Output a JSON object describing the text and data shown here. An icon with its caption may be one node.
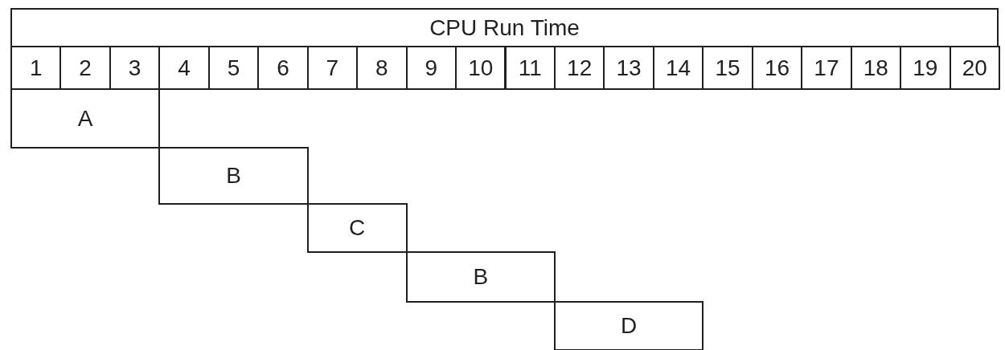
{
  "diagram": {
    "nodes": [
      {
        "text": [
          "CPU Run Time"
        ]
      },
      {
        "text": [
          "1"
        ]
      },
      {
        "text": [
          "2"
        ]
      },
      {
        "text": [
          "3"
        ]
      },
      {
        "text": [
          "4"
        ]
      },
      {
        "text": [
          "5"
        ]
      },
      {
        "text": [
          "6"
        ]
      },
      {
        "text": [
          "7"
        ]
      },
      {
        "text": [
          "8"
        ]
      },
      {
        "text": [
          "9"
        ]
      },
      {
        "text": [
          "10"
        ]
      },
      {
        "text": [
          "11"
        ]
      },
      {
        "text": [
          "12"
        ]
      },
      {
        "text": [
          "13"
        ]
      },
      {
        "text": [
          "14"
        ]
      },
      {
        "text": [
          "15"
        ]
      },
      {
        "text": [
          "16"
        ]
      },
      {
        "text": [
          "17"
        ]
      },
      {
        "text": [
          "18"
        ]
      },
      {
        "text": [
          "19"
        ]
      },
      {
        "text": [
          "20"
        ]
      },
      {
        "text": [
          "A"
        ]
      },
      {
        "text": [
          "B"
        ]
      },
      {
        "text": [
          "C"
        ]
      },
      {
        "text": [
          "B"
        ]
      },
      {
        "text": [
          "D"
        ]
      }
    ]
  }
}
